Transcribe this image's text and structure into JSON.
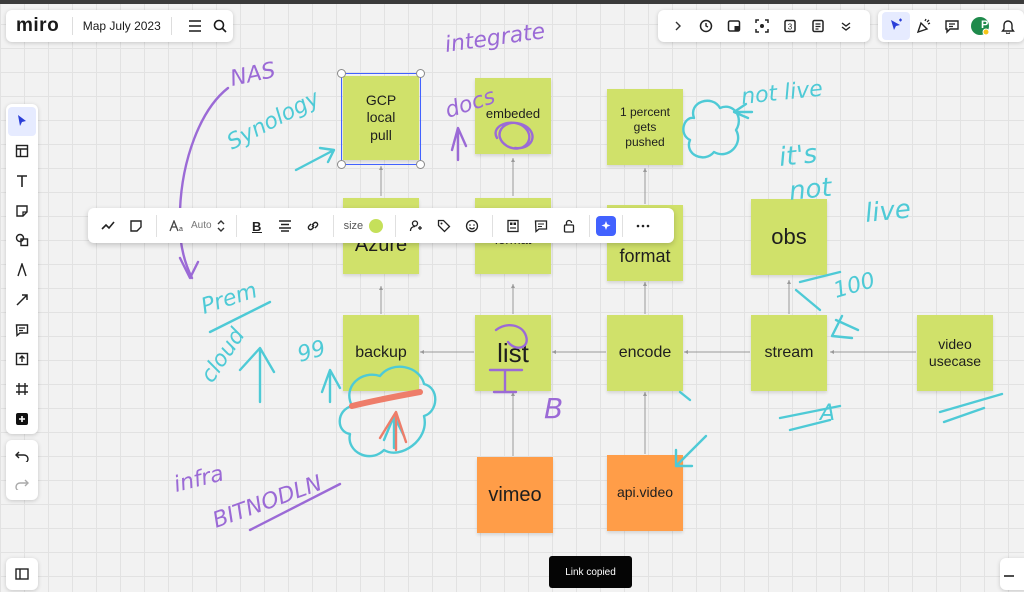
{
  "app": {
    "logo": "miro",
    "board_title": "Map July 2023"
  },
  "header_icons": {
    "menu": "hamburger-menu-icon",
    "search": "search-icon"
  },
  "top_toolbar": [
    "chevron-right-icon",
    "timer-icon",
    "present-icon",
    "focus-icon",
    "frames-count-icon",
    "notes-icon",
    "more-chevrons-icon"
  ],
  "collab_toolbar": [
    "select-cursor-icon",
    "celebrate-icon",
    "comments-icon",
    "avatar-icon",
    "notifications-bell-icon"
  ],
  "avatar_letter": "P",
  "left_toolbar": [
    "select-icon",
    "templates-icon",
    "text-icon",
    "sticky-note-icon",
    "shapes-icon",
    "pen-icon",
    "connection-line-icon",
    "comment-icon",
    "upload-icon",
    "frame-icon",
    "add-more-icon"
  ],
  "context_toolbar": {
    "font_size": "Auto",
    "size_label": "size",
    "sticky_color": "#c5e05a"
  },
  "stickies": {
    "gcp": "GCP\nlocal\npull",
    "embeded": "embeded",
    "percent": "1 percent\ngets\npushed",
    "azure": "Azure",
    "format_mid": "format",
    "format_right": "format",
    "obs": "obs",
    "backup": "backup",
    "list": "list",
    "encode": "encode",
    "stream": "stream",
    "video_usecase": "video\nusecase",
    "vimeo": "vimeo",
    "apivideo": "api.video"
  },
  "colors": {
    "sticky_green": "#d0e16a",
    "sticky_orange": "#ff9d48",
    "ink_purple": "#9b6ad6",
    "ink_teal": "#4ecad6",
    "ink_red": "#ee7d6a",
    "accent": "#4262ff"
  },
  "handwriting": {
    "nas": "NAS",
    "synology": "Synology",
    "integrate": "integrate",
    "docs": "docs",
    "not_live_1": "not live",
    "its": "it's",
    "not": "not",
    "live": "live",
    "prem": "Prem",
    "cloud": "cloud",
    "n99": "99",
    "n100": "100",
    "infra": "infra",
    "bitnodlw": "BITNODLN",
    "b": "B",
    "a": "A"
  },
  "toast": "Link copied"
}
